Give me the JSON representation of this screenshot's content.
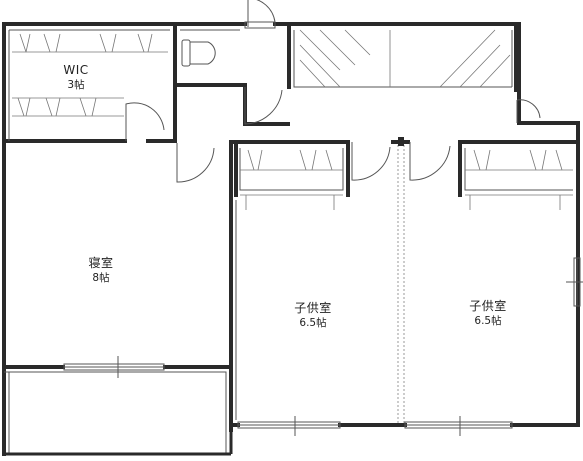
{
  "rooms": [
    {
      "name": "WIC",
      "area": "3帖"
    },
    {
      "name": "寝室",
      "area": "8帖"
    },
    {
      "name": "子供室",
      "area": "6.5帖"
    },
    {
      "name": "子供室",
      "area": "6.5帖"
    }
  ],
  "colors": {
    "wall": "#2a2a2a",
    "thin_line": "#555555",
    "dashed_line": "#9a9a9a"
  }
}
